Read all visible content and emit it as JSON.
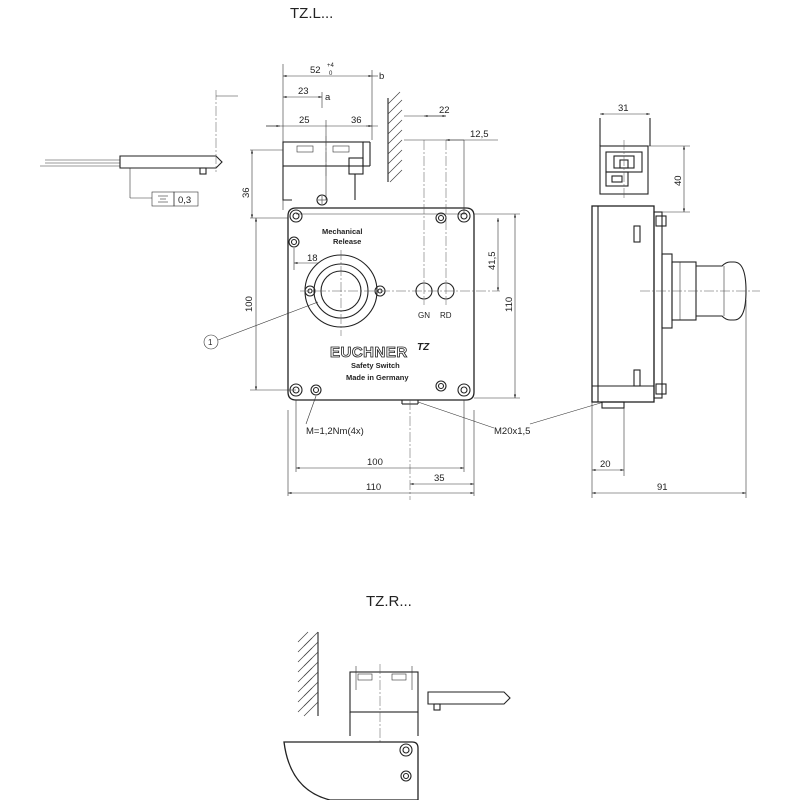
{
  "views": {
    "top_title": "TZ.L...",
    "bottom_title": "TZ.R..."
  },
  "dimensions": {
    "d52": "52",
    "d52_tol_upper": "+4",
    "d52_tol_lower": "0",
    "d23": "23",
    "ref_a": "a",
    "ref_b": "b",
    "d25": "25",
    "d36_top": "36",
    "d36_side": "36",
    "d22": "22",
    "d12_5": "12,5",
    "d18": "18",
    "d41_5": "41,5",
    "d100_v": "100",
    "d110_v": "110",
    "d100_h": "100",
    "d35": "35",
    "d110_h": "110",
    "d31": "31",
    "d40": "40",
    "d20": "20",
    "d91": "91"
  },
  "annotations": {
    "flatness": "0,3",
    "torque": "M=1,2Nm(4x)",
    "thread": "M20x1,5",
    "callout_1": "1",
    "mechanical_release_line1": "Mechanical",
    "mechanical_release_line2": "Release"
  },
  "leds": {
    "green": "GN",
    "red": "RD"
  },
  "label_plate": {
    "brand": "EUCHNER",
    "series": "TZ",
    "line1": "Safety Switch",
    "line2": "Made in Germany"
  }
}
